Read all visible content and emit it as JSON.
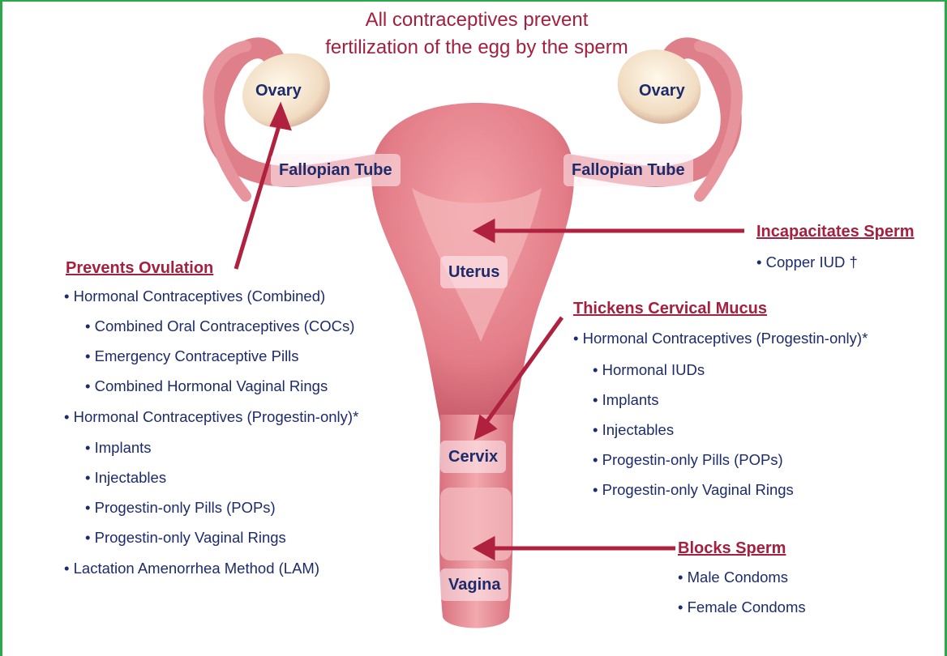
{
  "title": {
    "line1": "All contraceptives prevent",
    "line2": "fertilization of the egg by the sperm"
  },
  "labels": {
    "ovary_left": "Ovary",
    "ovary_right": "Ovary",
    "tube_left": "Fallopian Tube",
    "tube_right": "Fallopian Tube",
    "uterus": "Uterus",
    "cervix": "Cervix",
    "vagina": "Vagina"
  },
  "prevents_ovulation": {
    "heading": "Prevents Ovulation",
    "items": [
      "Hormonal Contraceptives (Combined)",
      "Combined Oral Contraceptives (COCs)",
      "Emergency Contraceptive Pills",
      "Combined Hormonal Vaginal Rings",
      "Hormonal Contraceptives (Progestin-only)*",
      "Implants",
      "Injectables",
      "Progestin-only Pills (POPs)",
      "Progestin-only Vaginal Rings",
      "Lactation Amenorrhea Method (LAM)"
    ]
  },
  "incapacitates_sperm": {
    "heading": "Incapacitates Sperm",
    "items": [
      "Copper IUD †"
    ]
  },
  "thickens_mucus": {
    "heading": "Thickens Cervical Mucus",
    "items": [
      "Hormonal Contraceptives (Progestin-only)*",
      "Hormonal IUDs",
      "Implants",
      "Injectables",
      "Progestin-only Pills (POPs)",
      "Progestin-only Vaginal Rings"
    ]
  },
  "blocks_sperm": {
    "heading": "Blocks Sperm",
    "items": [
      "Male Condoms",
      "Female Condoms"
    ]
  },
  "colors": {
    "accent": "#a3203f",
    "text": "#1d2b6b",
    "tissue": "#e58a92",
    "frame": "#2aa84a"
  }
}
